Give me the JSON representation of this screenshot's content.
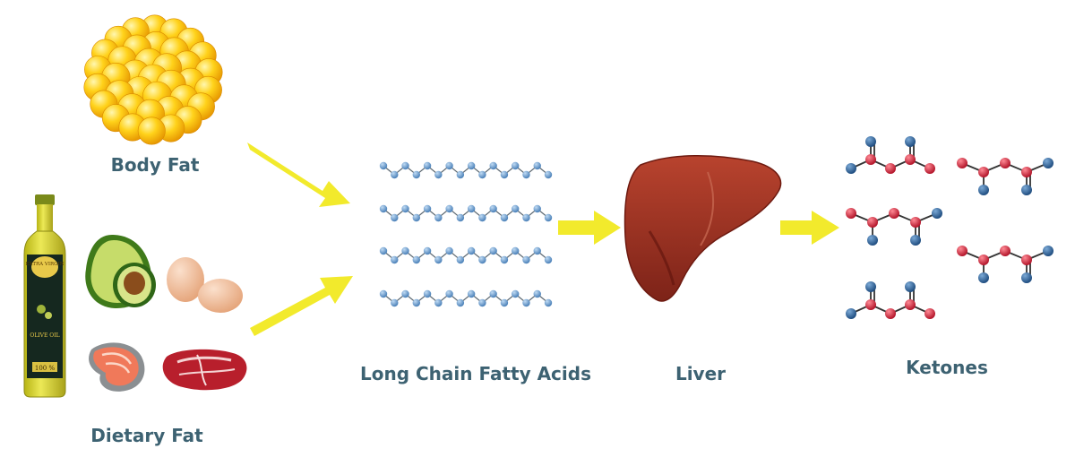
{
  "labels": {
    "body_fat": "Body Fat",
    "dietary_fat": "Dietary Fat",
    "long_chain_fatty_acids": "Long Chain Fatty Acids",
    "liver": "Liver",
    "ketones": "Ketones"
  },
  "olive_oil_bottle": {
    "top_text": "EXTRA VIRGIN",
    "main_text": "OLIVE OIL",
    "bottom_text": "100 %"
  },
  "colors": {
    "label_text": "#3d6272",
    "arrow": "#f2ea2c",
    "chain_atom": "#6a9fd0",
    "chain_bond": "#5b6770",
    "ketone_red": "#cf2a3d",
    "ketone_blue": "#2b5c8f",
    "liver": "#9c2f22",
    "fat_globule": "#f5b800",
    "avocado": "#5c9c2c",
    "egg": "#eeb28c",
    "salmon": "#f0795a",
    "meat": "#c12a35"
  }
}
